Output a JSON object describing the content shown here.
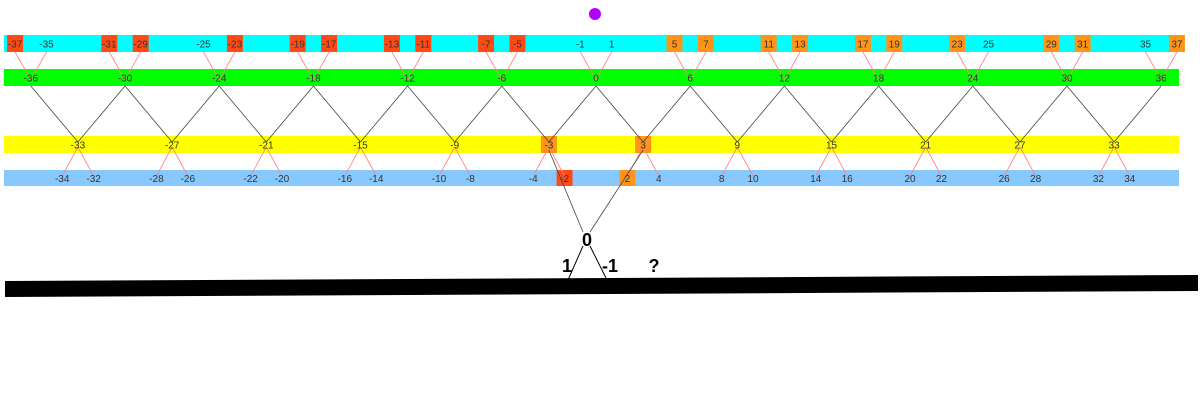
{
  "colors": {
    "cyan": "#00ffff",
    "green": "#00ff00",
    "yellow": "#ffff00",
    "blue": "#87c8ff",
    "red": "#ff4a16",
    "orange": "#ff9418",
    "purple": "#b000ff",
    "black": "#000000",
    "pink_line": "#ff8080",
    "dark_line": "#444444"
  },
  "rows": [
    {
      "name": "odd-row",
      "color": "cyan",
      "values": [
        -37,
        -35,
        -31,
        -29,
        -25,
        -23,
        -19,
        -17,
        -13,
        -11,
        -7,
        -5,
        -1,
        1,
        5,
        7,
        11,
        13,
        17,
        19,
        23,
        25,
        29,
        31,
        35,
        37
      ],
      "red": [
        -37,
        -31,
        -29,
        -23,
        -19,
        -17,
        -13,
        -11,
        -7,
        -5
      ],
      "orange": [
        5,
        7,
        11,
        13,
        17,
        19,
        23,
        29,
        31,
        37
      ]
    },
    {
      "name": "multiples-of-six-row",
      "color": "green",
      "values": [
        -36,
        -30,
        -24,
        -18,
        -12,
        -6,
        0,
        6,
        12,
        18,
        24,
        30,
        36
      ],
      "red": [],
      "orange": []
    },
    {
      "name": "odd-multiples-of-three-row",
      "color": "yellow",
      "values": [
        -33,
        -27,
        -21,
        -15,
        -9,
        -3,
        3,
        9,
        15,
        21,
        27,
        33
      ],
      "red": [],
      "orange": [
        -3,
        3
      ]
    },
    {
      "name": "even-row",
      "color": "blue",
      "values": [
        -34,
        -32,
        -28,
        -26,
        -22,
        -20,
        -16,
        -14,
        -10,
        -8,
        -4,
        -2,
        2,
        4,
        8,
        10,
        14,
        16,
        20,
        22,
        26,
        28,
        32,
        34
      ],
      "red": [
        -2
      ],
      "orange": [
        2
      ]
    }
  ],
  "bottom": {
    "root": "0",
    "left": "1",
    "right": "-1",
    "question": "?"
  }
}
